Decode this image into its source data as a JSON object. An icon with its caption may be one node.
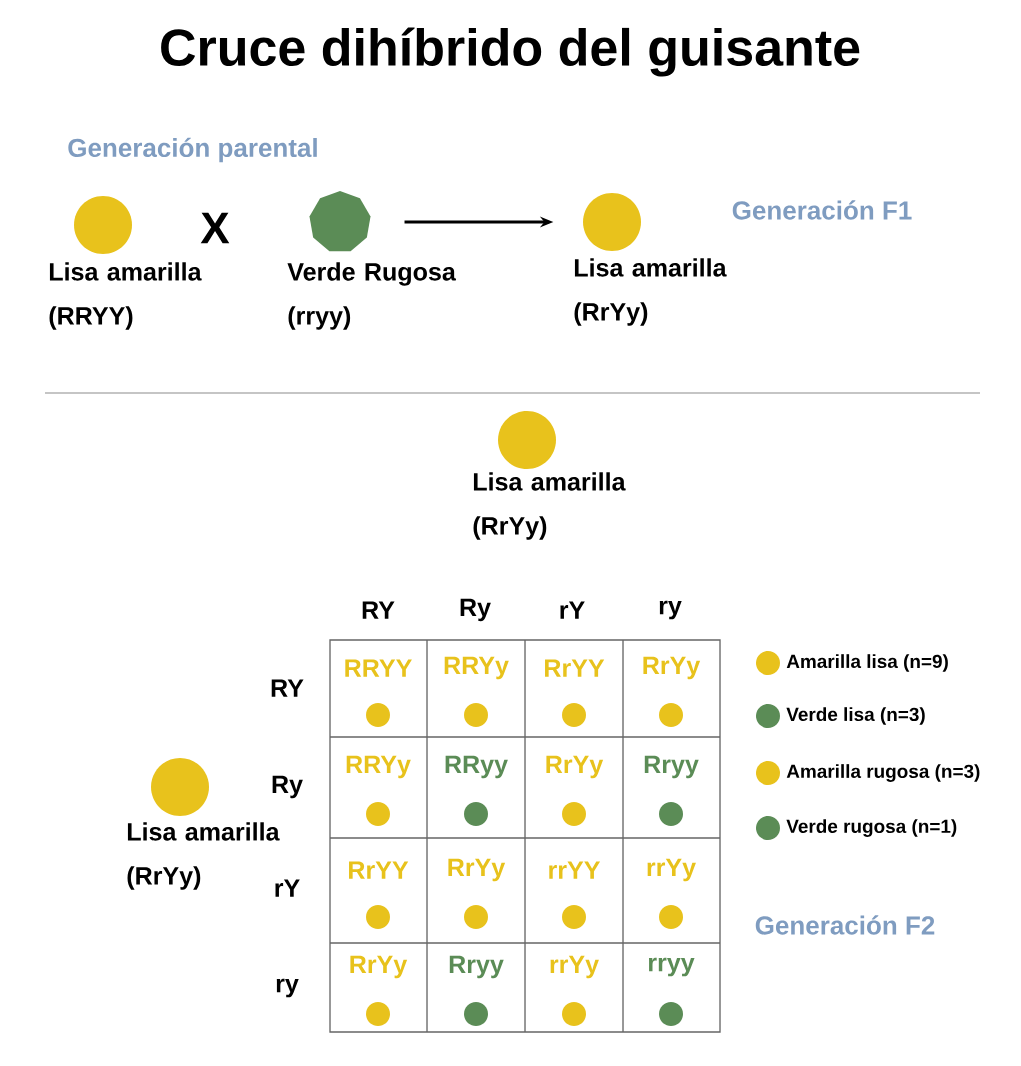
{
  "diagram": {
    "title": "Cruce dihíbrido del guisante",
    "nodes": [
      {
        "text": [],
        "shape": "circle",
        "beside": [
          "Lisa amarilla (RRYY)"
        ]
      },
      {
        "text": [],
        "shape": "polygon",
        "beside": [
          "Verde Rugosa (rryy)"
        ]
      },
      {
        "text": [],
        "shape": "circle",
        "beside": [
          "Lisa amarilla (RrYy)"
        ]
      },
      {
        "text": [],
        "shape": "circle",
        "beside": [
          "Lisa amarilla (RrYy)"
        ]
      },
      {
        "text": [],
        "shape": "circle",
        "beside": [
          "Lisa amarilla (RrYy)"
        ]
      }
    ],
    "edges": [
      {
        "from": 1,
        "to": 2,
        "arrow": "to"
      }
    ],
    "labels": [
      "Generación parental",
      "X",
      "Generación F1",
      "RY",
      "Ry",
      "rY",
      "ry",
      "RY",
      "RRYY",
      "RRYy",
      "RrYY",
      "RrYy",
      "Ry",
      "RRYy",
      "RRyy",
      "RrYy",
      "Rryy",
      "rY",
      "RrYY",
      "RrYy",
      "rrYY",
      "rrYy",
      "ry",
      "RrYy",
      "Rryy",
      "rrYy",
      "rryy",
      "Generación F2"
    ],
    "legend": [
      {
        "text": "Amarilla lisa (n=9)",
        "color": "#e8c21c"
      },
      {
        "text": "Verde lisa (n=3)",
        "color": "#5b8c56"
      },
      {
        "text": "Amarilla rugosa (n=3)",
        "color": "#e8c21c"
      },
      {
        "text": "Verde rugosa (n=1)",
        "color": "#5b8c56"
      }
    ]
  }
}
